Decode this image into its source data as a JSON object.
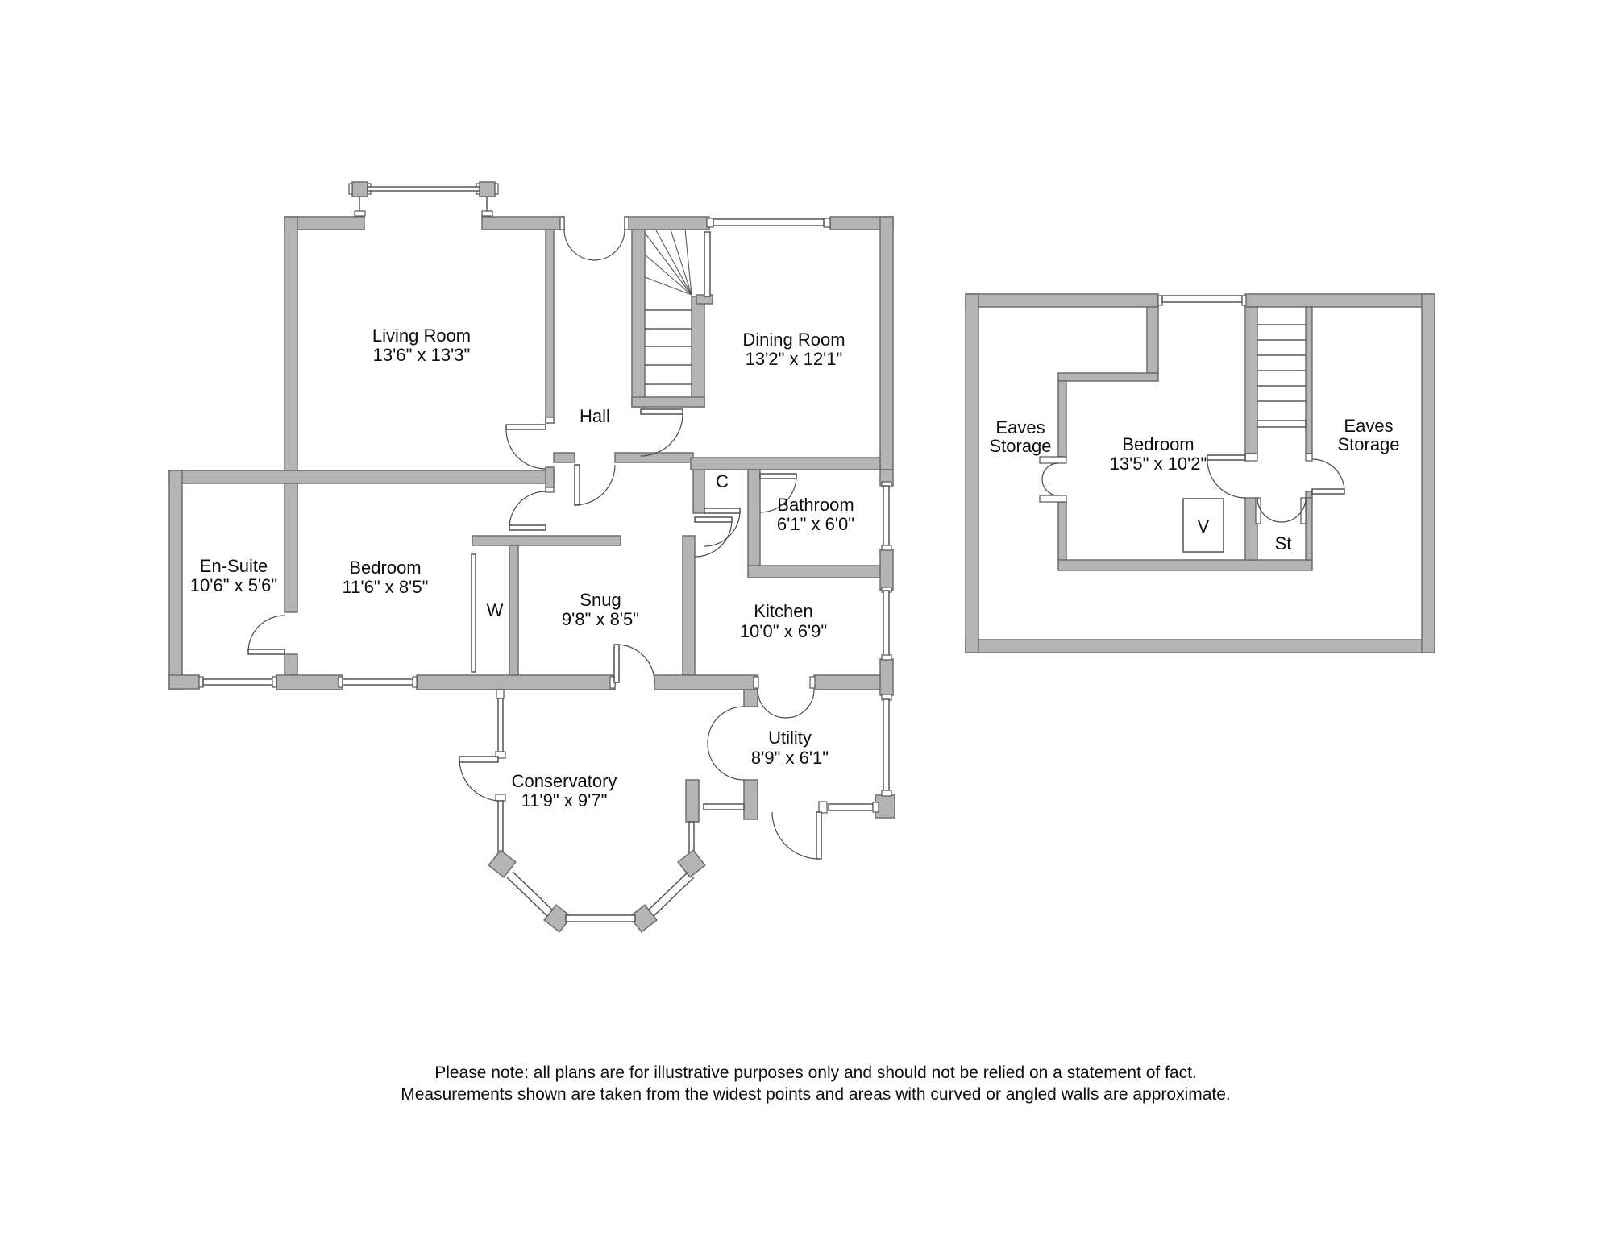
{
  "ground_floor": {
    "living_room": {
      "name": "Living Room",
      "dims": "13'6\" x 13'3\""
    },
    "hall": {
      "name": "Hall",
      "dims": ""
    },
    "dining_room": {
      "name": "Dining Room",
      "dims": "13'2\" x 12'1\""
    },
    "en_suite": {
      "name": "En-Suite",
      "dims": "10'6\" x 5'6\""
    },
    "bedroom": {
      "name": "Bedroom",
      "dims": "11'6\" x 8'5\""
    },
    "snug": {
      "name": "Snug",
      "dims": "9'8\" x 8'5\""
    },
    "kitchen": {
      "name": "Kitchen",
      "dims": "10'0\" x 6'9\""
    },
    "bathroom": {
      "name": "Bathroom",
      "dims": "6'1\" x 6'0\""
    },
    "utility": {
      "name": "Utility",
      "dims": "8'9\" x 6'1\""
    },
    "conservatory": {
      "name": "Conservatory",
      "dims": "11'9\" x 9'7\""
    },
    "wardrobe_label": "W",
    "cupboard_label": "C"
  },
  "first_floor": {
    "eaves_left": {
      "line1": "Eaves",
      "line2": "Storage"
    },
    "bedroom": {
      "name": "Bedroom",
      "dims": "13'5\" x 10'2\""
    },
    "eaves_right": {
      "line1": "Eaves",
      "line2": "Storage"
    },
    "storage_label": "St",
    "velux_label": "V"
  },
  "note": {
    "line1": "Please note: all plans are for illustrative purposes only and should not be relied on a statement of fact.",
    "line2": "Measurements shown are taken from the widest points and areas with curved or angled walls are approximate."
  },
  "colors": {
    "wall_fill": "#b4b4b4",
    "wall_stroke": "#6e6e6e",
    "line": "#4a4a4a",
    "text": "#0d0d0d"
  }
}
